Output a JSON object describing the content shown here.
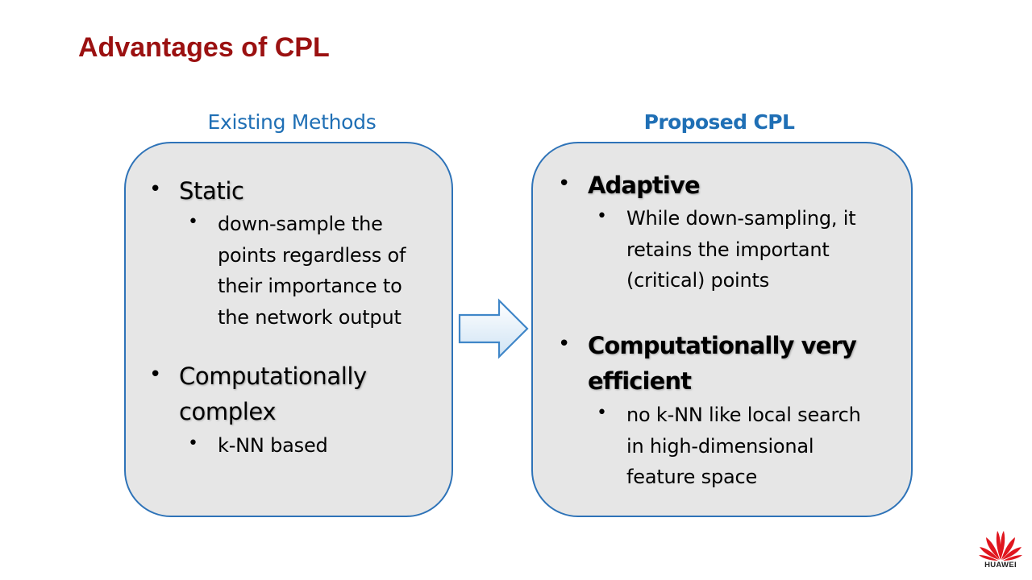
{
  "slide": {
    "title": "Advantages of CPL"
  },
  "existing": {
    "heading": "Existing Methods",
    "points": [
      {
        "label_lines": [
          "Static"
        ],
        "sub_lines": [
          "down-sample the",
          "points regardless of",
          "their importance to",
          "the network output"
        ]
      },
      {
        "label_lines": [
          "Computationally",
          "complex"
        ],
        "sub_lines": [
          "k-NN based"
        ]
      }
    ]
  },
  "proposed": {
    "heading": "Proposed CPL",
    "points": [
      {
        "label_lines": [
          "Adaptive"
        ],
        "sub_lines": [
          "While down-sampling, it",
          "retains the important",
          "(critical) points"
        ]
      },
      {
        "label_lines": [
          "Computationally very",
          "efficient"
        ],
        "sub_lines": [
          "no k-NN like local search",
          "in high-dimensional",
          "feature space"
        ]
      }
    ]
  },
  "logo": {
    "text": "HUAWEI",
    "color": "#e0161e"
  },
  "colors": {
    "title": "#9b1111",
    "accent": "#1f6fb5",
    "panel_border": "#2e73b8",
    "panel_fill": "#e6e6e6"
  }
}
